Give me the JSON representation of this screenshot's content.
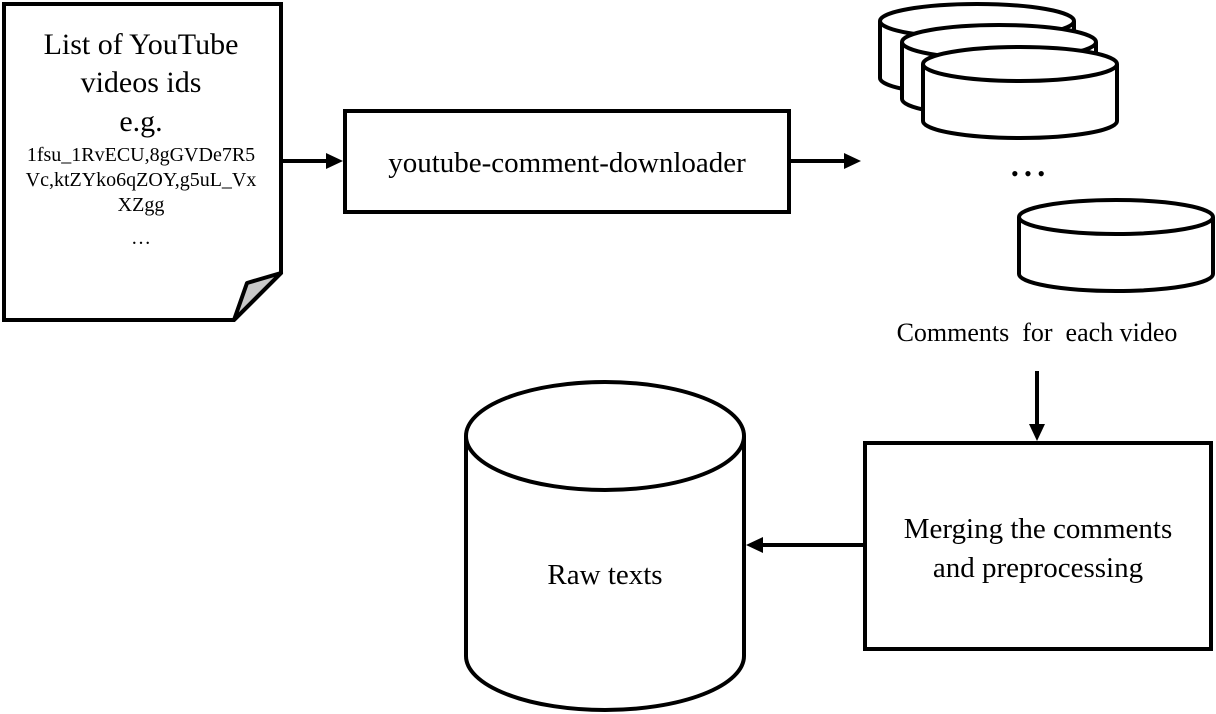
{
  "source_doc": {
    "lines": [
      "List of YouTube",
      "videos ids",
      "e.g."
    ],
    "ids_lines": [
      "1fsu_1RvECU,8gGVDe7R5",
      "Vc,ktZYko6qZOY,g5uL_Vx",
      "XZgg"
    ],
    "ellipsis": "…"
  },
  "downloader": {
    "label": "youtube-comment-downloader"
  },
  "comments_store": {
    "ellipsis": "• • •",
    "caption": "Comments  for  each video"
  },
  "merge": {
    "lines": [
      "Merging the comments",
      "and preprocessing"
    ]
  },
  "raw": {
    "label": "Raw texts"
  },
  "colors": {
    "stroke": "#000000",
    "fill": "#ffffff",
    "fold": "#c8c8c8"
  }
}
